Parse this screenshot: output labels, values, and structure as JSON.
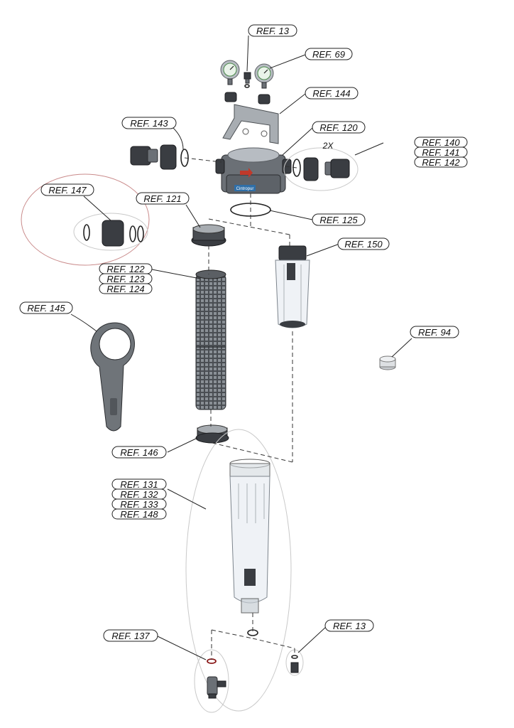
{
  "labels": {
    "ref13_top": "REF. 13",
    "ref69": "REF. 69",
    "ref144": "REF. 144",
    "ref143": "REF. 143",
    "ref120": "REF. 120",
    "ref140": "REF. 140",
    "ref141": "REF. 141",
    "ref142": "REF. 142",
    "ref147": "REF. 147",
    "ref121": "REF. 121",
    "ref125": "REF. 125",
    "ref150": "REF. 150",
    "ref122": "REF. 122",
    "ref123": "REF. 123",
    "ref124": "REF. 124",
    "ref145": "REF. 145",
    "ref94": "REF. 94",
    "ref146": "REF. 146",
    "ref131": "REF. 131",
    "ref132": "REF. 132",
    "ref133": "REF. 133",
    "ref148": "REF. 148",
    "ref137": "REF. 137",
    "ref13_bottom": "REF. 13"
  },
  "notes": {
    "quantity": "2X",
    "brand": "Cintropur"
  },
  "colors": {
    "ink": "#222222",
    "highlight_ring": "#8a1a1a",
    "flow_arrow": "#c0392b",
    "brand_badge": "#2f6fa8"
  },
  "icons": {
    "flow_direction": "arrow-right-icon"
  }
}
